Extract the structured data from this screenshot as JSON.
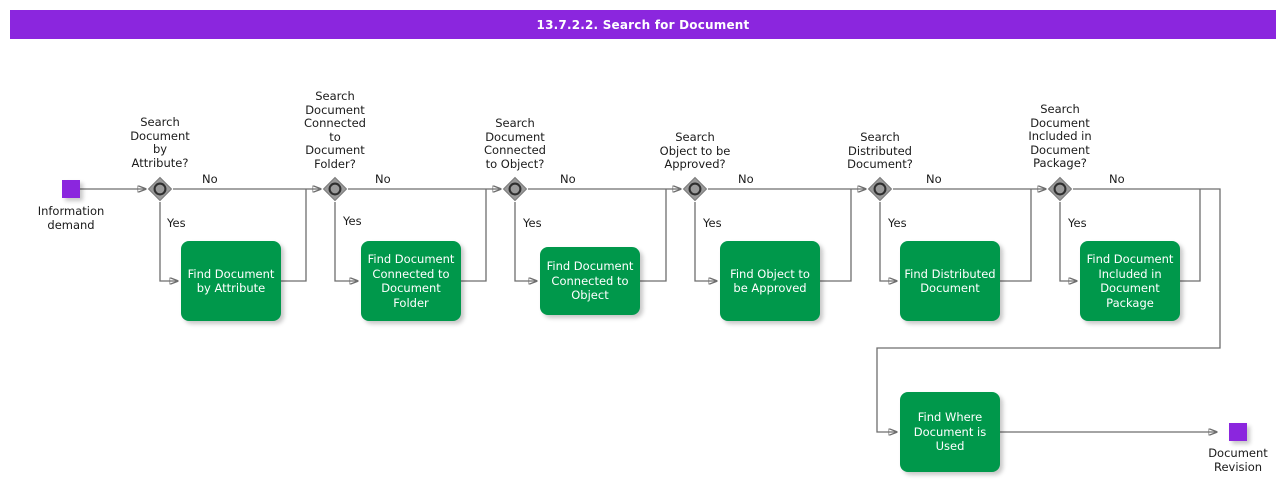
{
  "header": {
    "title": "13.7.2.2. Search for Document",
    "background_color": "#8B26DE",
    "text_color": "#FFFFFF"
  },
  "diagram": {
    "type": "bpmn-flowchart",
    "colors": {
      "task_fill": "#00984B",
      "task_text": "#FFFFFF",
      "event_fill": "#8B26DE",
      "gateway_fill": "#9A9A9A",
      "gateway_stroke": "#3A3A3A",
      "edge_stroke": "#6E6E6E",
      "label_text": "#1A1A1A"
    },
    "start_event": {
      "name": "information-demand",
      "label": "Information\ndemand"
    },
    "end_event": {
      "name": "document-revision",
      "label": "Document\nRevision"
    },
    "gateways": [
      {
        "id": "gw1",
        "label": "Search\nDocument\nby\nAttribute?",
        "yes_label": "Yes",
        "no_label": "No"
      },
      {
        "id": "gw2",
        "label": "Search\nDocument\nConnected\nto\nDocument\nFolder?",
        "yes_label": "Yes",
        "no_label": "No"
      },
      {
        "id": "gw3",
        "label": "Search\nDocument\nConnected\nto Object?",
        "yes_label": "Yes",
        "no_label": "No"
      },
      {
        "id": "gw4",
        "label": "Search\nObject to be\nApproved?",
        "yes_label": "Yes",
        "no_label": "No"
      },
      {
        "id": "gw5",
        "label": "Search\nDistributed\nDocument?",
        "yes_label": "Yes",
        "no_label": "No"
      },
      {
        "id": "gw6",
        "label": "Search\nDocument\nIncluded in\nDocument\nPackage?",
        "yes_label": "Yes",
        "no_label": "No"
      }
    ],
    "tasks": [
      {
        "id": "t1",
        "label": "Find Document\nby Attribute"
      },
      {
        "id": "t2",
        "label": "Find Document\nConnected to\nDocument\nFolder"
      },
      {
        "id": "t3",
        "label": "Find Document\nConnected to\nObject"
      },
      {
        "id": "t4",
        "label": "Find Object to\nbe Approved"
      },
      {
        "id": "t5",
        "label": "Find Distributed\nDocument"
      },
      {
        "id": "t6",
        "label": "Find Document\nIncluded in\nDocument\nPackage"
      },
      {
        "id": "t7",
        "label": "Find Where\nDocument is\nUsed"
      }
    ]
  }
}
